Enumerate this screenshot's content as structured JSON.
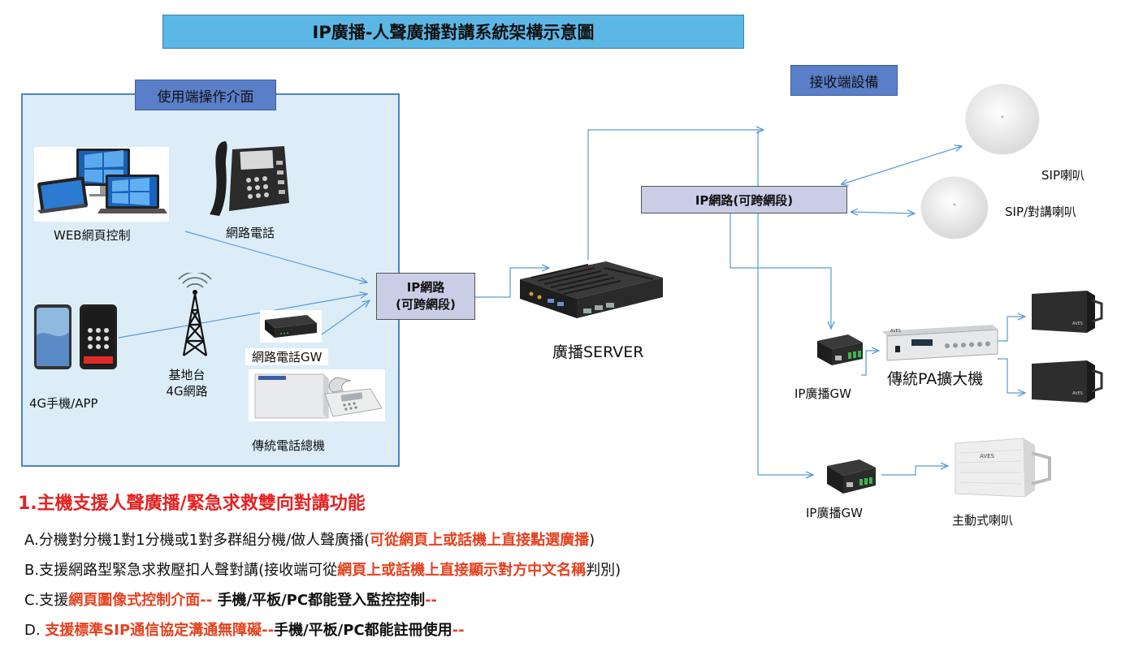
{
  "title": "IP廣播-人聲廣播對講系統架構示意圖",
  "user_panel": {
    "tag": "使用端操作介面",
    "web": "WEB網頁控制",
    "phone": "網路電話",
    "mobile": "4G手機/APP",
    "tower_line1": "基地台",
    "tower_line2": "4G網路",
    "gw": "網路電話GW",
    "pbx": "傳統電話總機"
  },
  "network_left": {
    "line1": "IP網路",
    "line2": "(可跨網段)"
  },
  "server": "廣播SERVER",
  "receiver": {
    "tag": "接收端設備",
    "network": "IP網路(可跨網段)",
    "sip_speaker": "SIP喇叭",
    "sip_intercom": "SIP/對講喇叭",
    "gw1": "IP廣播GW",
    "amp": "傳統PA擴大機",
    "gw2": "IP廣播GW",
    "active_speaker": "主動式喇叭"
  },
  "features": {
    "title": "1.主機支援人聲廣播/緊急求救雙向對講功能",
    "a": {
      "p1": "A.分機對分機1對1分機或1對多群組分機/做人聲廣播(",
      "r1": "可從網頁上或話機上直接點選廣播",
      "p2": ")"
    },
    "b": {
      "p1": "B.支援網路型緊急求救壓扣人聲對講(接收端可從",
      "r1": "網頁上或話機上直接顯示對方中文名稱",
      "p2": "判別)"
    },
    "c": {
      "p1": "C.支援",
      "r1": "網頁圖像式控制介面--",
      "b1": " 手機/平板/PC都能登入監控控制",
      "r2": "--"
    },
    "d": {
      "p1": "D. ",
      "r1": "支援標準SIP通信協定溝通無障礙--",
      "b1": "手機/平板/PC都能註冊使用",
      "r2": "--"
    }
  },
  "colors": {
    "title_bg": "#5cb7e6",
    "panel_bg": "#dcedf8",
    "tag_bg": "#5b7ec9",
    "net_bg": "#c9cde6",
    "arrow": "#5b9bd5",
    "feature_red": "#e52222"
  }
}
